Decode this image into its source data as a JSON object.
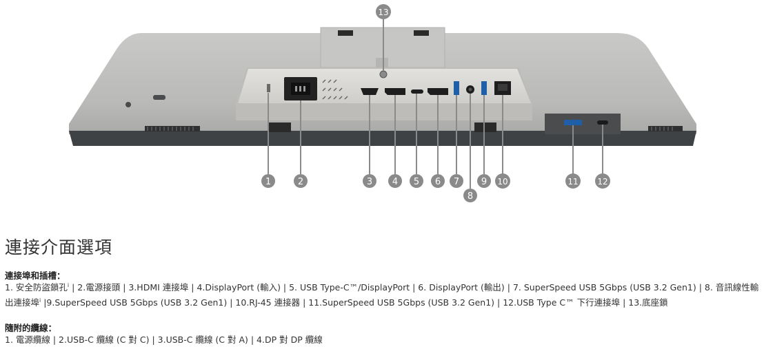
{
  "figure": {
    "callouts": [
      "1",
      "2",
      "3",
      "4",
      "5",
      "6",
      "7",
      "8",
      "9",
      "10",
      "11",
      "12",
      "13"
    ]
  },
  "section": {
    "title": "連接介面選項",
    "ports_heading": "連接埠和插槽：",
    "ports_text_1": "1. 安全防盜鎖孔",
    "ports_text_2": " | 2.電源接頭 | 3.HDMI 連接埠 | 4.DisplayPort (輸入) | 5. USB Type-C™/DisplayPort | 6. DisplayPort (輸出) | 7. SuperSpeed USB 5Gbps (USB 3.2 Gen1) | 8. 音訊線性輸出連接埠",
    "ports_text_3": " |9.SuperSpeed USB 5Gbps (USB 3.2 Gen1) | 10.RJ-45 連接器 | 11.SuperSpeed USB 5Gbps (USB 3.2 Gen1) | 12.USB Type C™ 下行連接埠 | 13.底座鎖",
    "footnote_mark": "i",
    "cables_heading": "隨附的纜線：",
    "cables_text": "1. 電源纜線 | 2.USB-C 纜線 (C 對 C) | 3.USB-C 纜線 (C 對 A) | 4.DP 對 DP 纜線"
  }
}
